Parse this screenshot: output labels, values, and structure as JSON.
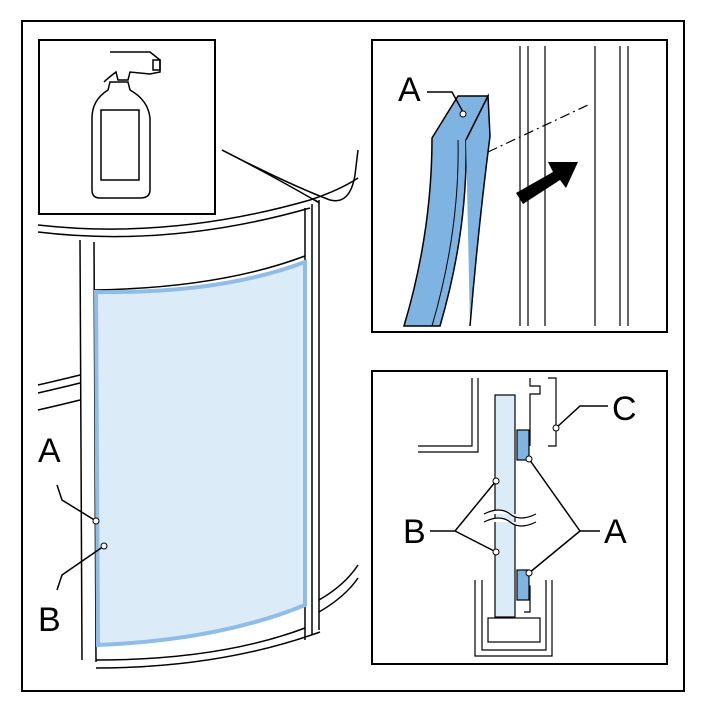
{
  "labels": {
    "main_a": "A",
    "main_b": "B",
    "detail1_a": "A",
    "detail2_a": "A",
    "detail2_b": "B",
    "detail2_c": "C"
  },
  "colors": {
    "glass_fill": "#dcebf8",
    "seal_fill": "#7fb4e2",
    "stroke": "#000000"
  }
}
